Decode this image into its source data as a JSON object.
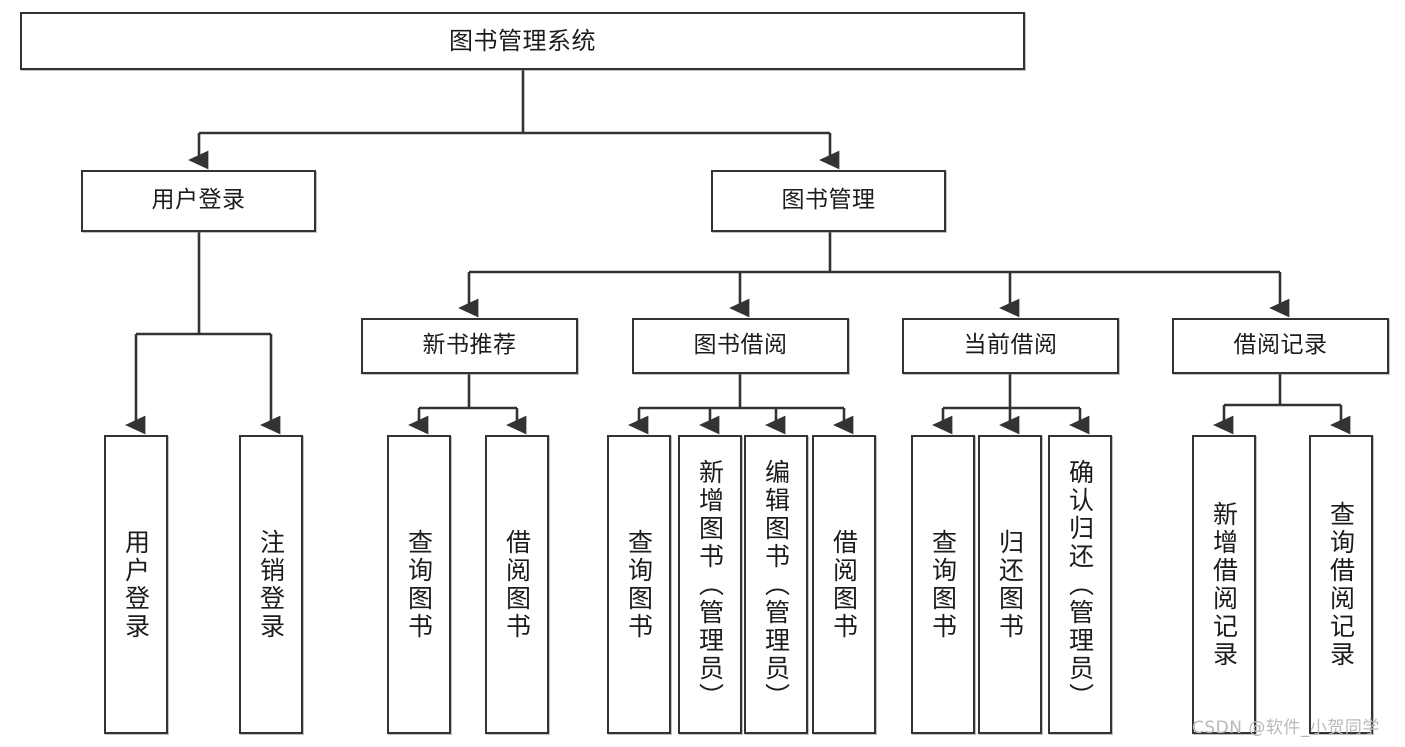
{
  "diagram": {
    "title": "图书管理系统",
    "type": "tree-hierarchy-diagram",
    "edge_color": "#333333",
    "box_border_color": "#333333",
    "background_color": "#ffffff"
  },
  "nodes": {
    "root": {
      "label": "图书管理系统"
    },
    "level2": [
      {
        "label": "用户登录"
      },
      {
        "label": "图书管理"
      }
    ],
    "level3": [
      {
        "label": "新书推荐"
      },
      {
        "label": "图书借阅"
      },
      {
        "label": "当前借阅"
      },
      {
        "label": "借阅记录"
      }
    ],
    "leaves": {
      "user_login": [
        {
          "label": "用户登录"
        },
        {
          "label": "注销登录"
        }
      ],
      "new_book_recommend": [
        {
          "label": "查询图书"
        },
        {
          "label": "借阅图书"
        }
      ],
      "book_borrow": [
        {
          "label": "查询图书"
        },
        {
          "label": "新增图书（管理员）"
        },
        {
          "label": "编辑图书（管理员）"
        },
        {
          "label": "借阅图书"
        }
      ],
      "current_borrow": [
        {
          "label": "查询图书"
        },
        {
          "label": "归还图书"
        },
        {
          "label": "确认归还（管理员）"
        }
      ],
      "borrow_record": [
        {
          "label": "新增借阅记录"
        },
        {
          "label": "查询借阅记录"
        }
      ]
    }
  },
  "watermark": {
    "text": "CSDN @软件_小贺同学"
  }
}
